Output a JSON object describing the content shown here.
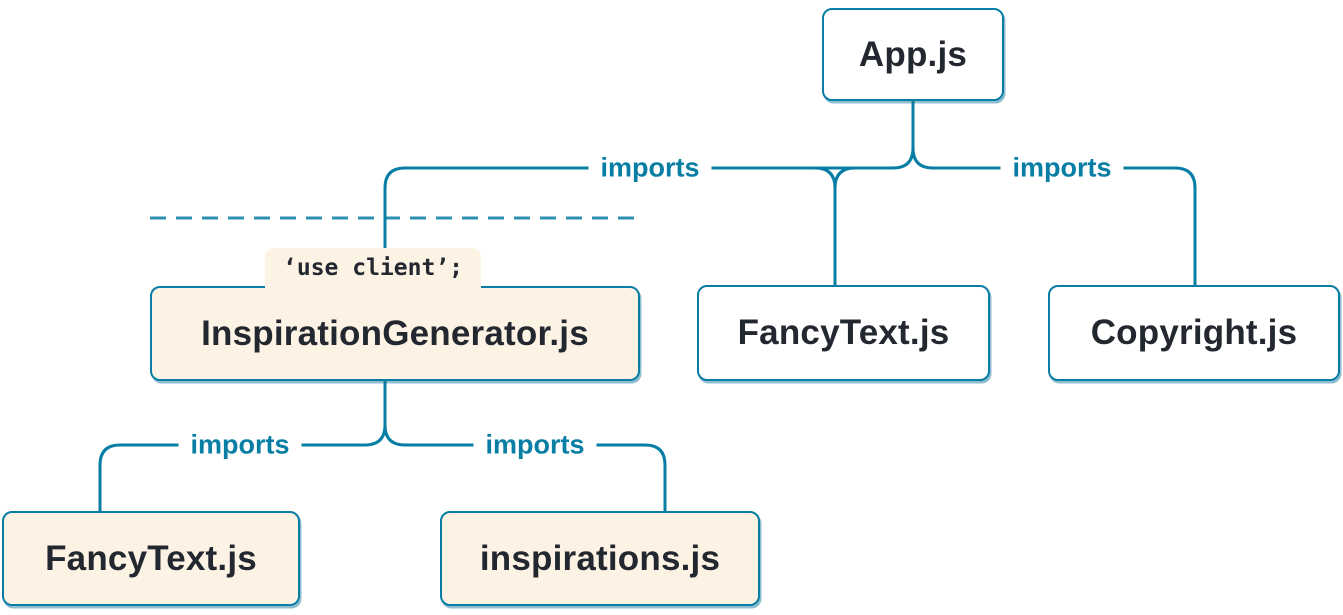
{
  "diagram": {
    "colors": {
      "line": "#087ea4",
      "label": "#087ea4",
      "text": "#23272f",
      "client_bg": "#fdf3e4",
      "server_bg": "#ffffff",
      "background": "#ffffff"
    },
    "nodes": {
      "app": {
        "label": "App.js",
        "type": "server"
      },
      "inspiration_generator": {
        "label": "InspirationGenerator.js",
        "directive": "‘use client’;",
        "type": "client"
      },
      "fancy_text_top": {
        "label": "FancyText.js",
        "type": "server"
      },
      "copyright": {
        "label": "Copyright.js",
        "type": "server"
      },
      "fancy_text_bottom": {
        "label": "FancyText.js",
        "type": "client"
      },
      "inspirations": {
        "label": "inspirations.js",
        "type": "client"
      }
    },
    "edges": [
      {
        "from": "App.js",
        "to": "InspirationGenerator.js",
        "label": "imports"
      },
      {
        "from": "App.js",
        "to": "FancyText.js",
        "label": ""
      },
      {
        "from": "App.js",
        "to": "Copyright.js",
        "label": "imports"
      },
      {
        "from": "InspirationGenerator.js",
        "to": "FancyText.js",
        "label": "imports"
      },
      {
        "from": "InspirationGenerator.js",
        "to": "inspirations.js",
        "label": "imports"
      }
    ]
  }
}
